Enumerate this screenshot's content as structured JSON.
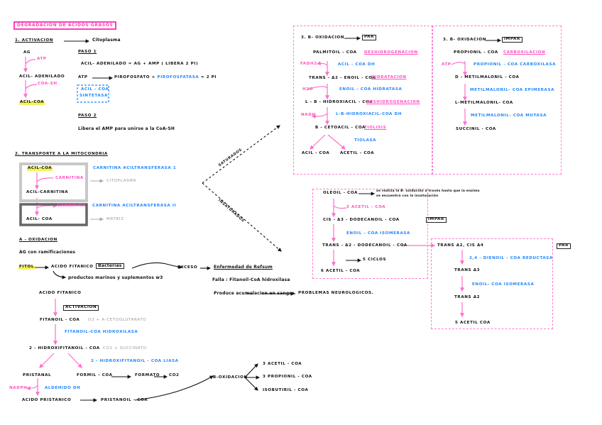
{
  "title": "DEGRADACION DE ACIDOS GRASOS",
  "activacion": {
    "heading": "1. ACTIVACION",
    "location": "Citoplasma",
    "ag": "AG",
    "atp": "ATP",
    "acil_adenilado": "ACIL- ADENILADO",
    "coa_sh": "CoA-SH",
    "acil_coa": "ACIL-COA",
    "paso1": "PASO 1",
    "paso1_line1": "ACIL- ADENILADO = AG + AMP ( LIBERA 2 Pi)",
    "paso1_line2_a": "ATP",
    "paso1_line2_b": "PIROFOSFATO +",
    "paso1_line2_enzyme": "PIROFOSFATASA",
    "paso1_line2_c": "= 2 Pi",
    "enzyme_box_1": "ACIL - COA",
    "enzyme_box_2": "SINTETASA",
    "paso2": "PASO 2",
    "paso2_text": "Libera el AMP para unirse a la CoA-SH"
  },
  "transporte": {
    "heading": "2. TRANSPORTE A LA MITOCONDRIA",
    "acil_coa_1": "ACIL-COA",
    "carnitina_1": "CARNITINA",
    "acil_carnitina": "ACIL-CARNITINA",
    "carnitina_2": "CARNITINA",
    "acil_coa_2": "ACIL- COA",
    "enzyme_1": "CARNITINA ACILTRANSFERASA 1",
    "enzyme_2": "CARNITINA ACILTRANSFERASA II",
    "loc_1": "CITOPLASMA",
    "loc_2": "MATRIZ"
  },
  "alpha": {
    "heading": "α - OXIDACION",
    "subtitle": "AG con ramificaciones",
    "fitol": "FITOL",
    "acido_fitanico": "ACIDO FITANICO",
    "bacterias": "Bacterias",
    "productos": "productos marinos y suplementos w3",
    "exceso": "EXCESO",
    "refsum": "Enfermedad de Refsum",
    "falla": "Falla : Fitanoil-CoA hidroxilasa",
    "produce": "Produce acumulacion en sangre",
    "problemas": "PROBLEMAS NEUROLOGICOS.",
    "acido_fitanico_2": "ACIDO FITANICO",
    "activacion": "ACTIVACION",
    "fitanoil_coa": "FITANOIL - COA",
    "o2": "O2 + α-CETOGLUTARATO",
    "enzyme_hidroxilasa": "FITANOIL-COA HIDROXILASA",
    "hidroxifitanoil": "2 - HIDROXIFITANOIL - COA",
    "co2": "CO2 + SUCCINATO",
    "enzyme_liasa": "2 - HIDROXIFITANOIL - COA LIASA",
    "pristanal": "PRISTANAL",
    "formil_coa": "FORMIL - COA",
    "formato": "FORMATO",
    "co2_2": "CO2",
    "nadph": "NADPH",
    "aldehido": "ALDEHIDO DH",
    "acido_pristanico": "ACIDO PRISTANICO",
    "pristanoil": "PRISTANOIL - COA",
    "beta_ox": "B-OXIDACION",
    "products": [
      "3 ACETIL - COA",
      "3 PROPIONIL - COA",
      "ISOBUTIRIL - COA"
    ]
  },
  "branches": {
    "saturados": "SATURADOS",
    "insaturados": "INSATURADOS"
  },
  "beta_par": {
    "heading": "3. B- OXIDACION",
    "tag": "PAR",
    "steps": [
      "PALMITOIL - COA",
      "TRANS - Δ2 - ENOIL - COA",
      "L - B - HIDROXIACIL - COA",
      "B - CETOACIL - COA"
    ],
    "processes": [
      "DESHIDROGENACION",
      "HIDRATACION",
      "DESHIDROGENACION",
      "TIOLISIS"
    ],
    "cofactors": [
      "FADH2",
      "H2O",
      "NADH"
    ],
    "enzymes": [
      "ACIL - COA DH",
      "ENOIL - COA HIDRATASA",
      "L-B-HIDROXIACIL-COA DH",
      "TIOLASA"
    ],
    "products": [
      "ACIL - COA",
      "ACETIL - COA"
    ]
  },
  "beta_impar": {
    "heading": "3. B- OXIDACION",
    "tag": "IMPAR",
    "steps": [
      "PROPIONIL - COA",
      "D - METILMALONIL - COA",
      "L-METILMALONIL- COA",
      "SUCCINIL - COA"
    ],
    "process": "CARBOXILACION",
    "cofactor": "ATP",
    "enzymes": [
      "PROPIONIL - COA CARBOXILASA",
      "METILMALONIL- COA EPIMERASA",
      "METILMALONIL- COA MUTASA"
    ]
  },
  "insat_impar": {
    "tag": "IMPAR",
    "oleoil": "OLEOIL - COA",
    "note_1": "se realiza la B- oxidación a través hasta que la enzima",
    "note_2": "se encuentra con la insaturación",
    "acetil": "3 ACETIL - COA",
    "cis": "CIS - Δ3 - DODECANOIL - COA",
    "isomerasa": "ENOIL - COA ISOMERASA",
    "trans": "TRANS - Δ2 - DODECANOIL - COA",
    "ciclos": "5 CICLOS",
    "final": "6 ACETIL - COA"
  },
  "insat_par": {
    "tag": "PAR",
    "start": "TRANS Δ2, CIS Δ4",
    "reductasa": "2,4 - DIENOIL - COA REDUCTASA",
    "trans3": "TRANS Δ3",
    "isomerasa": "ENOIL- COA ISOMERASA",
    "trans2": "TRANS Δ2",
    "final": "5 ACETIL COA"
  }
}
